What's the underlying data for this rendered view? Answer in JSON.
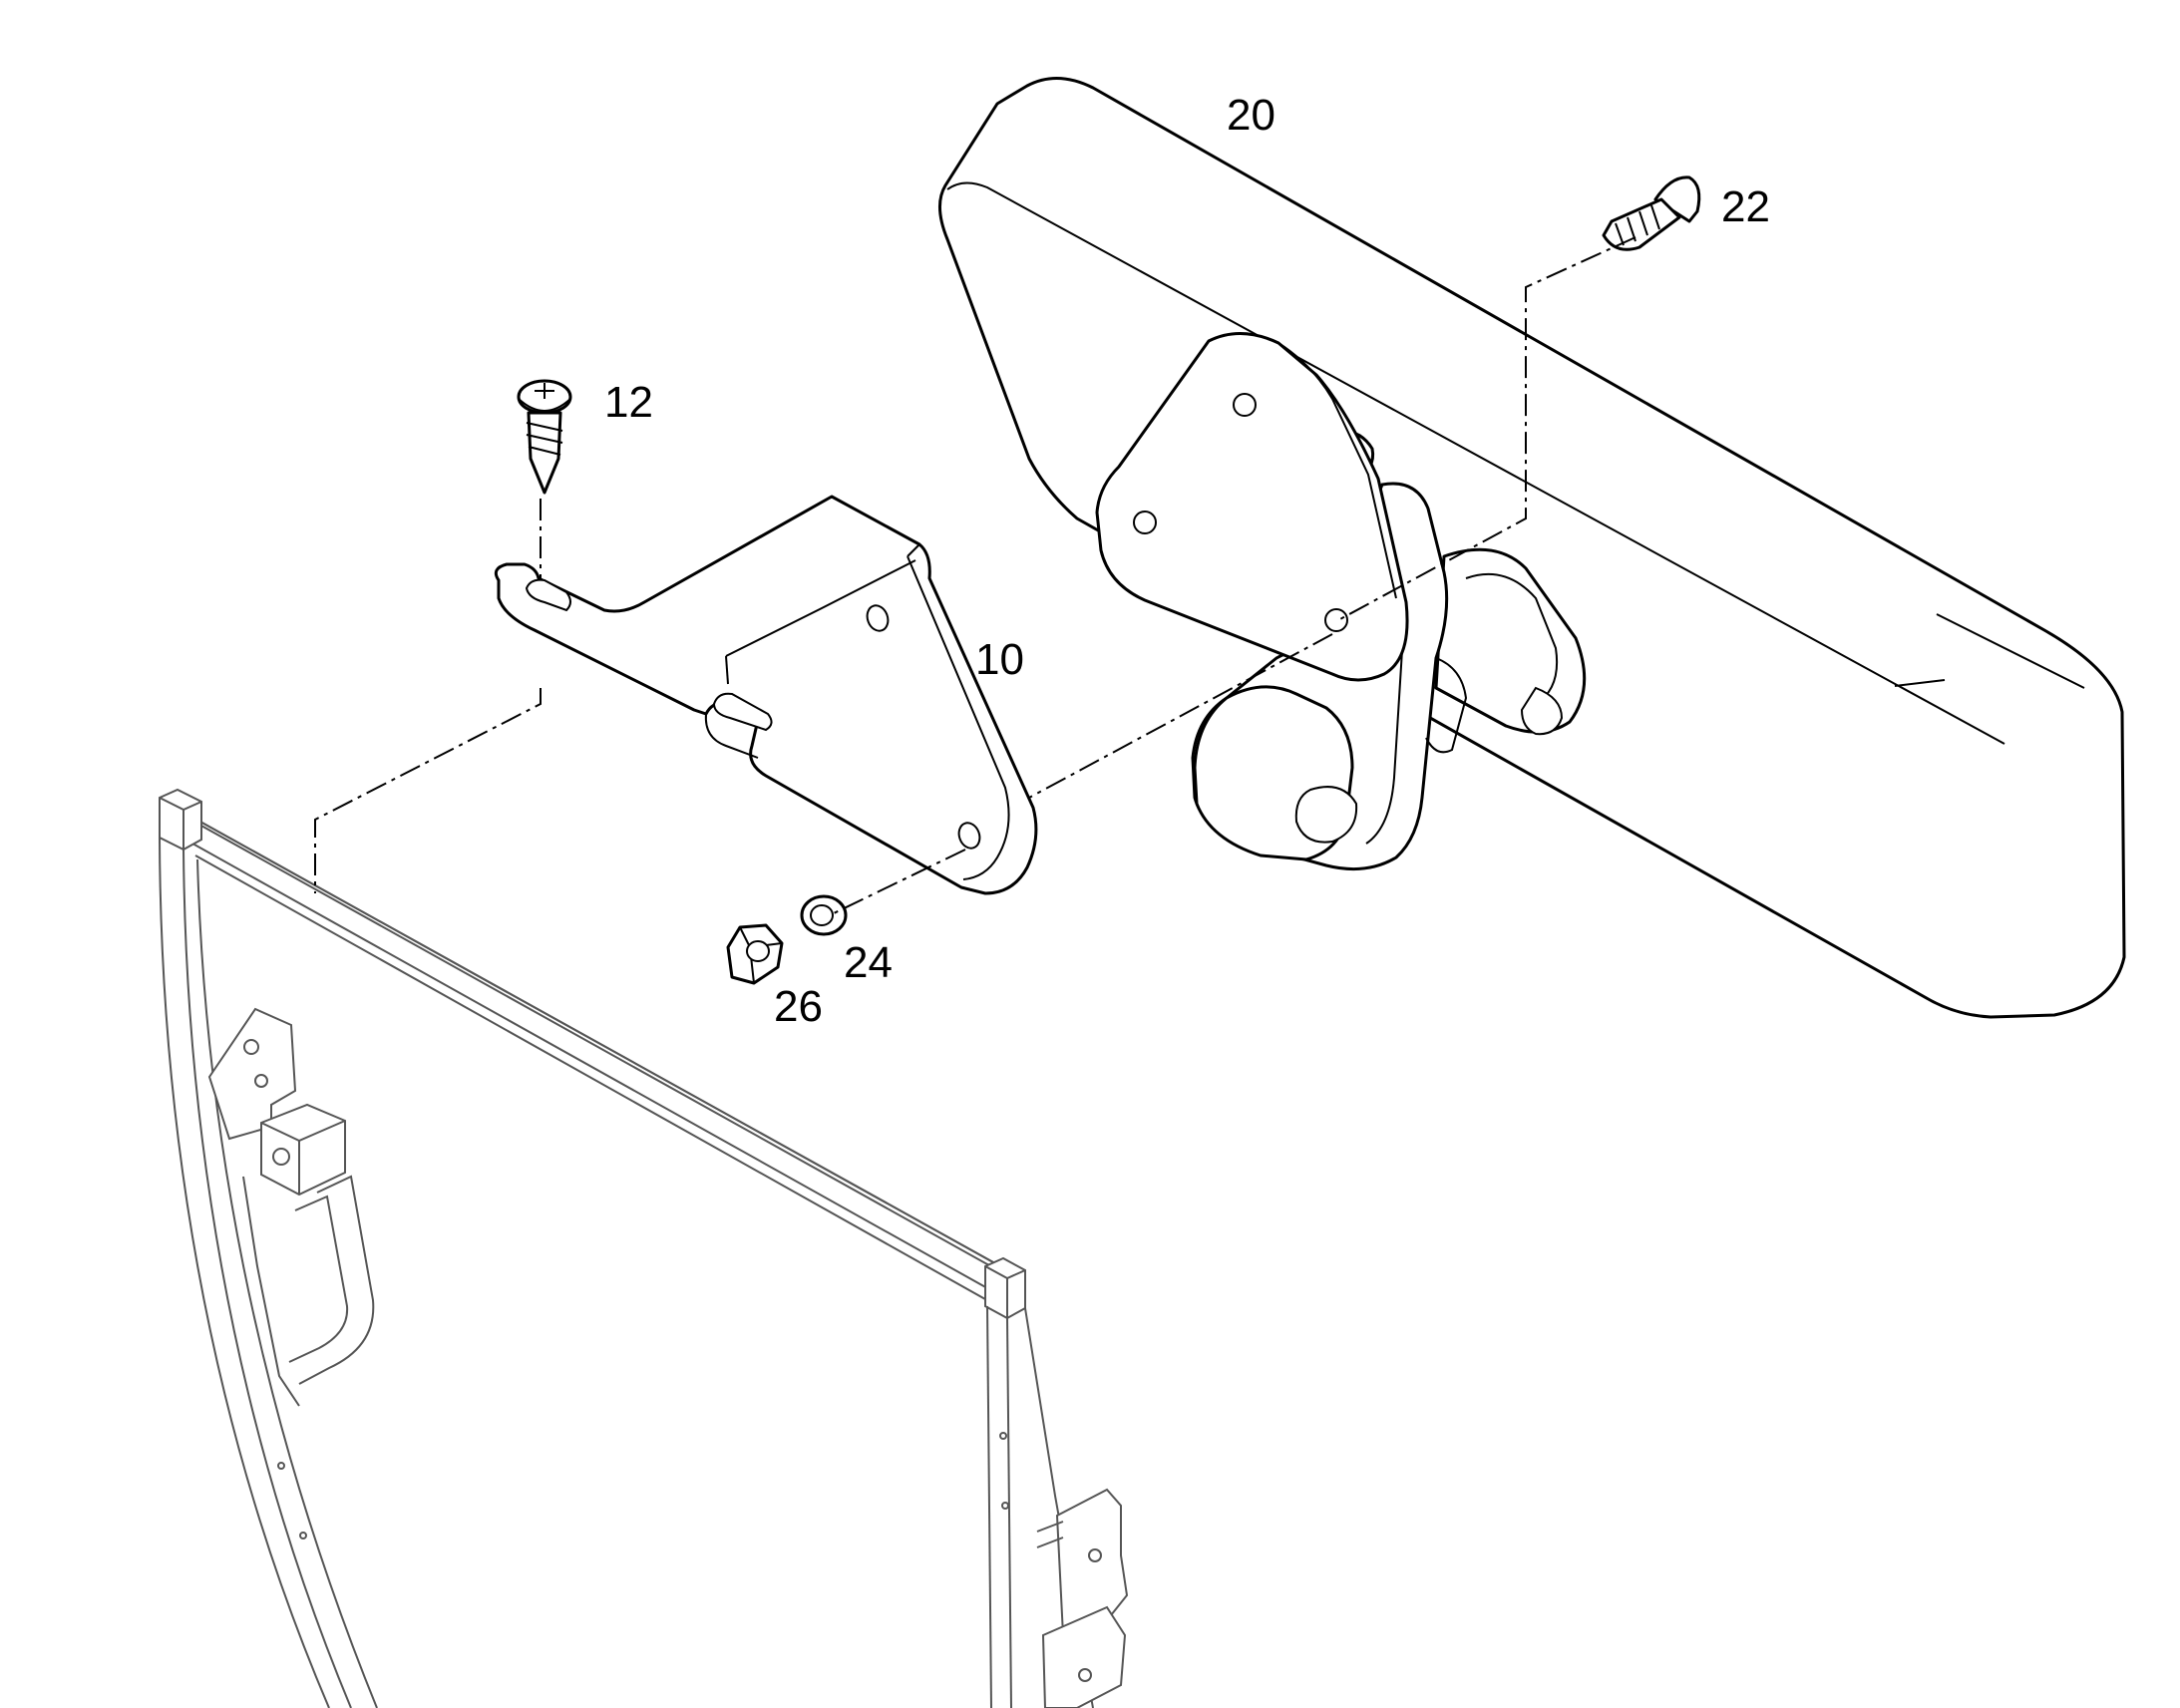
{
  "callouts": {
    "c10": "10",
    "c12": "12",
    "c20": "20",
    "c22": "22",
    "c24": "24",
    "c26": "26"
  },
  "colors": {
    "line": "#000000",
    "frame_line": "#555555",
    "background": "#ffffff"
  }
}
